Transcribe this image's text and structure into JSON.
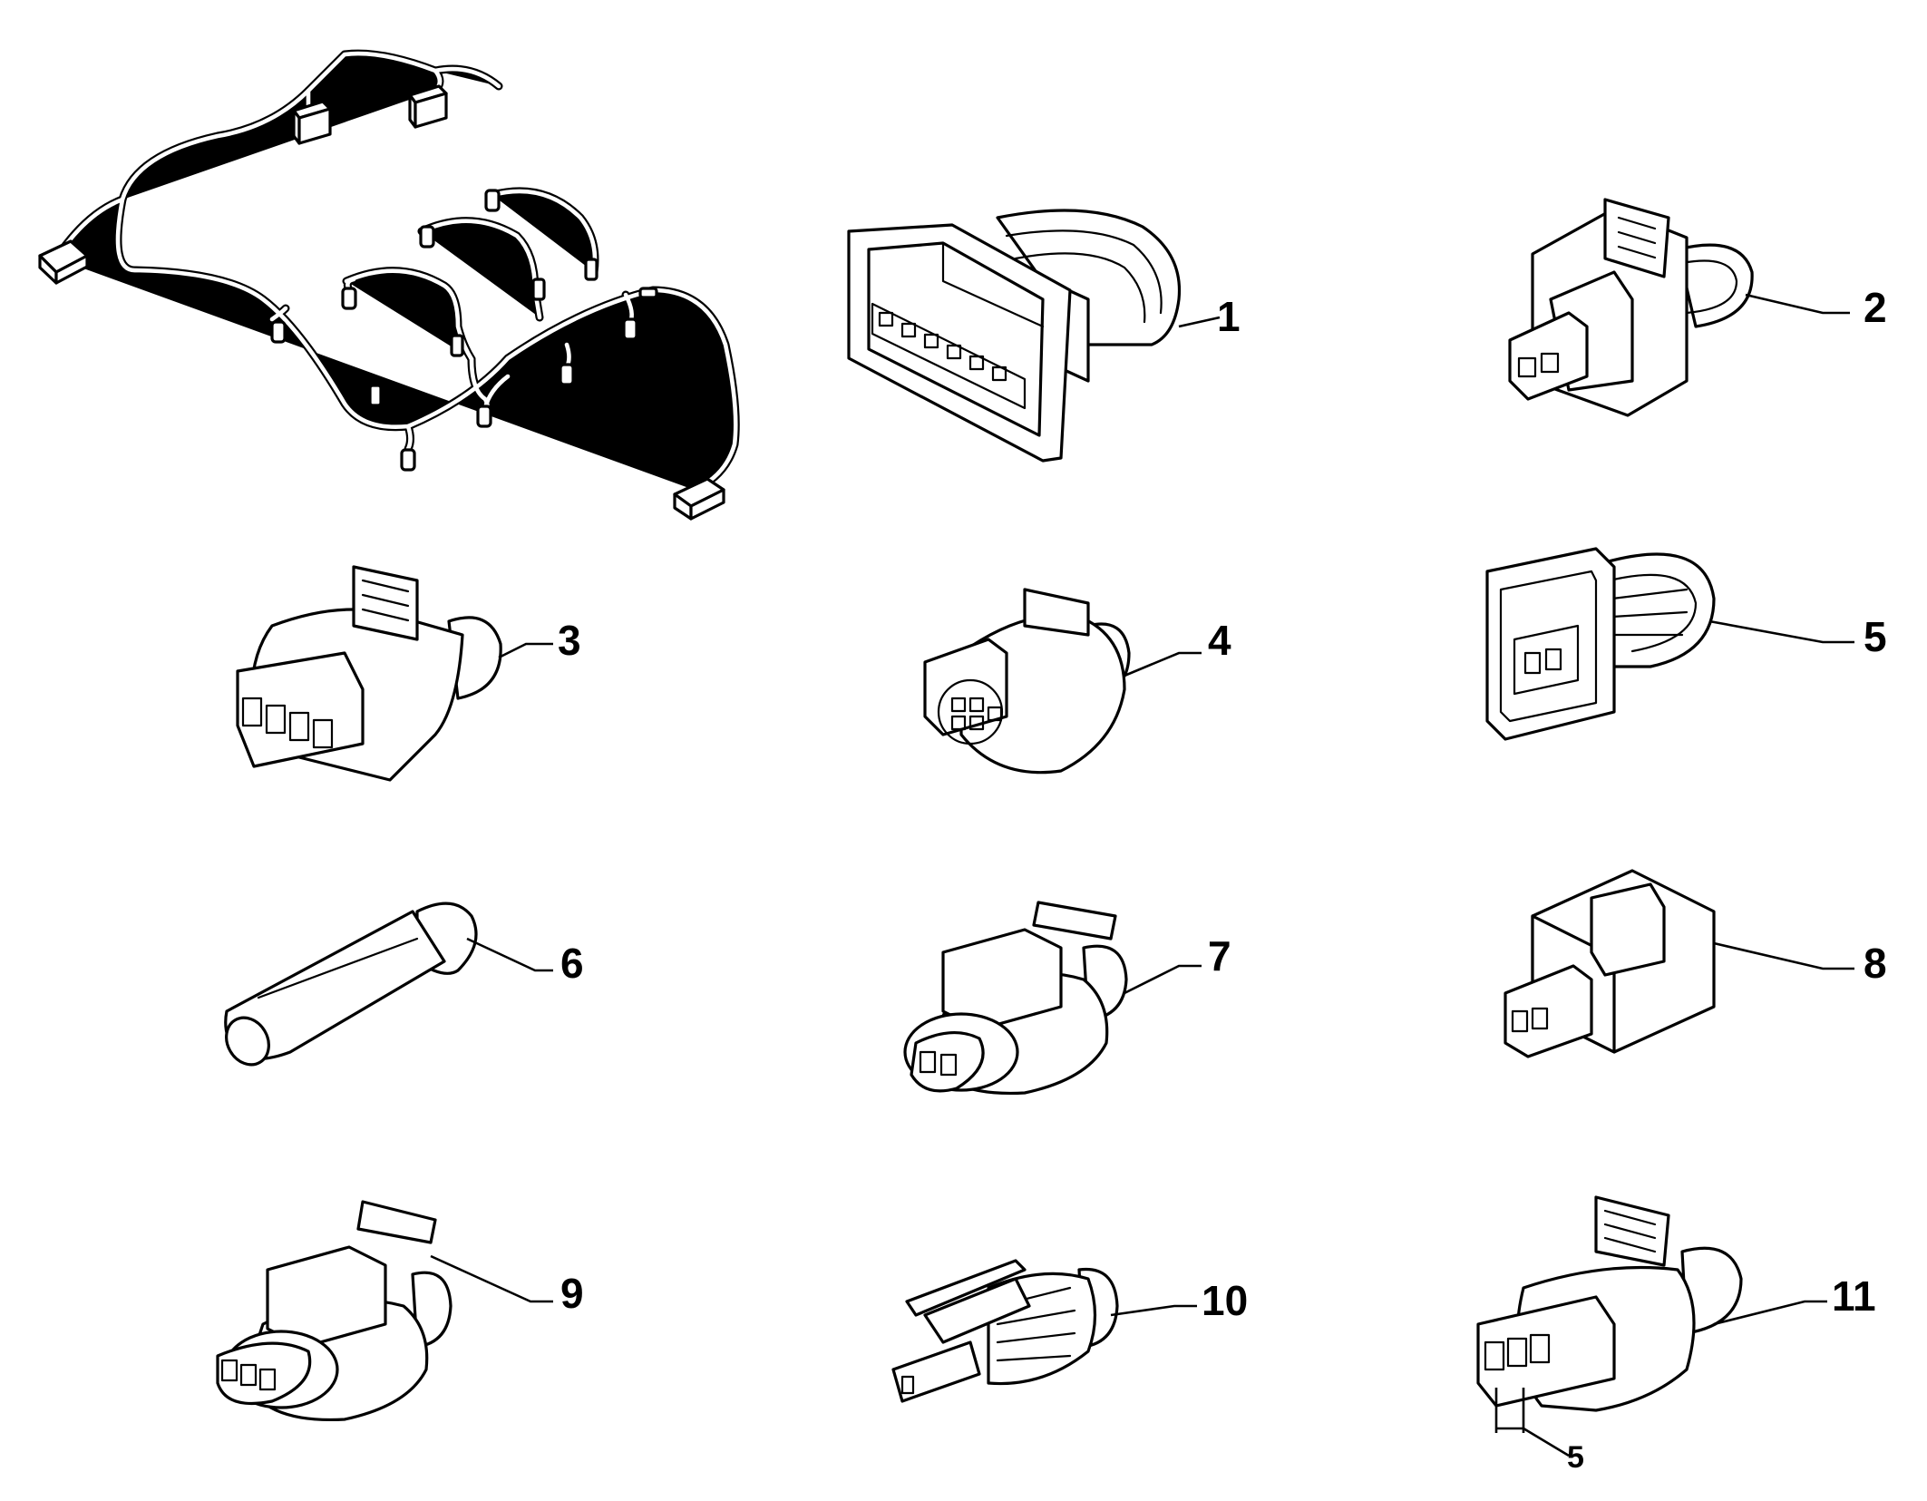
{
  "diagram": {
    "callouts": [
      {
        "id": "1",
        "label": "1"
      },
      {
        "id": "2",
        "label": "2"
      },
      {
        "id": "3",
        "label": "3"
      },
      {
        "id": "4",
        "label": "4"
      },
      {
        "id": "5",
        "label": "5"
      },
      {
        "id": "6",
        "label": "6"
      },
      {
        "id": "7",
        "label": "7"
      },
      {
        "id": "8",
        "label": "8"
      },
      {
        "id": "9",
        "label": "9"
      },
      {
        "id": "10",
        "label": "10"
      },
      {
        "id": "11",
        "label": "11"
      }
    ],
    "dimension_label": "5"
  }
}
